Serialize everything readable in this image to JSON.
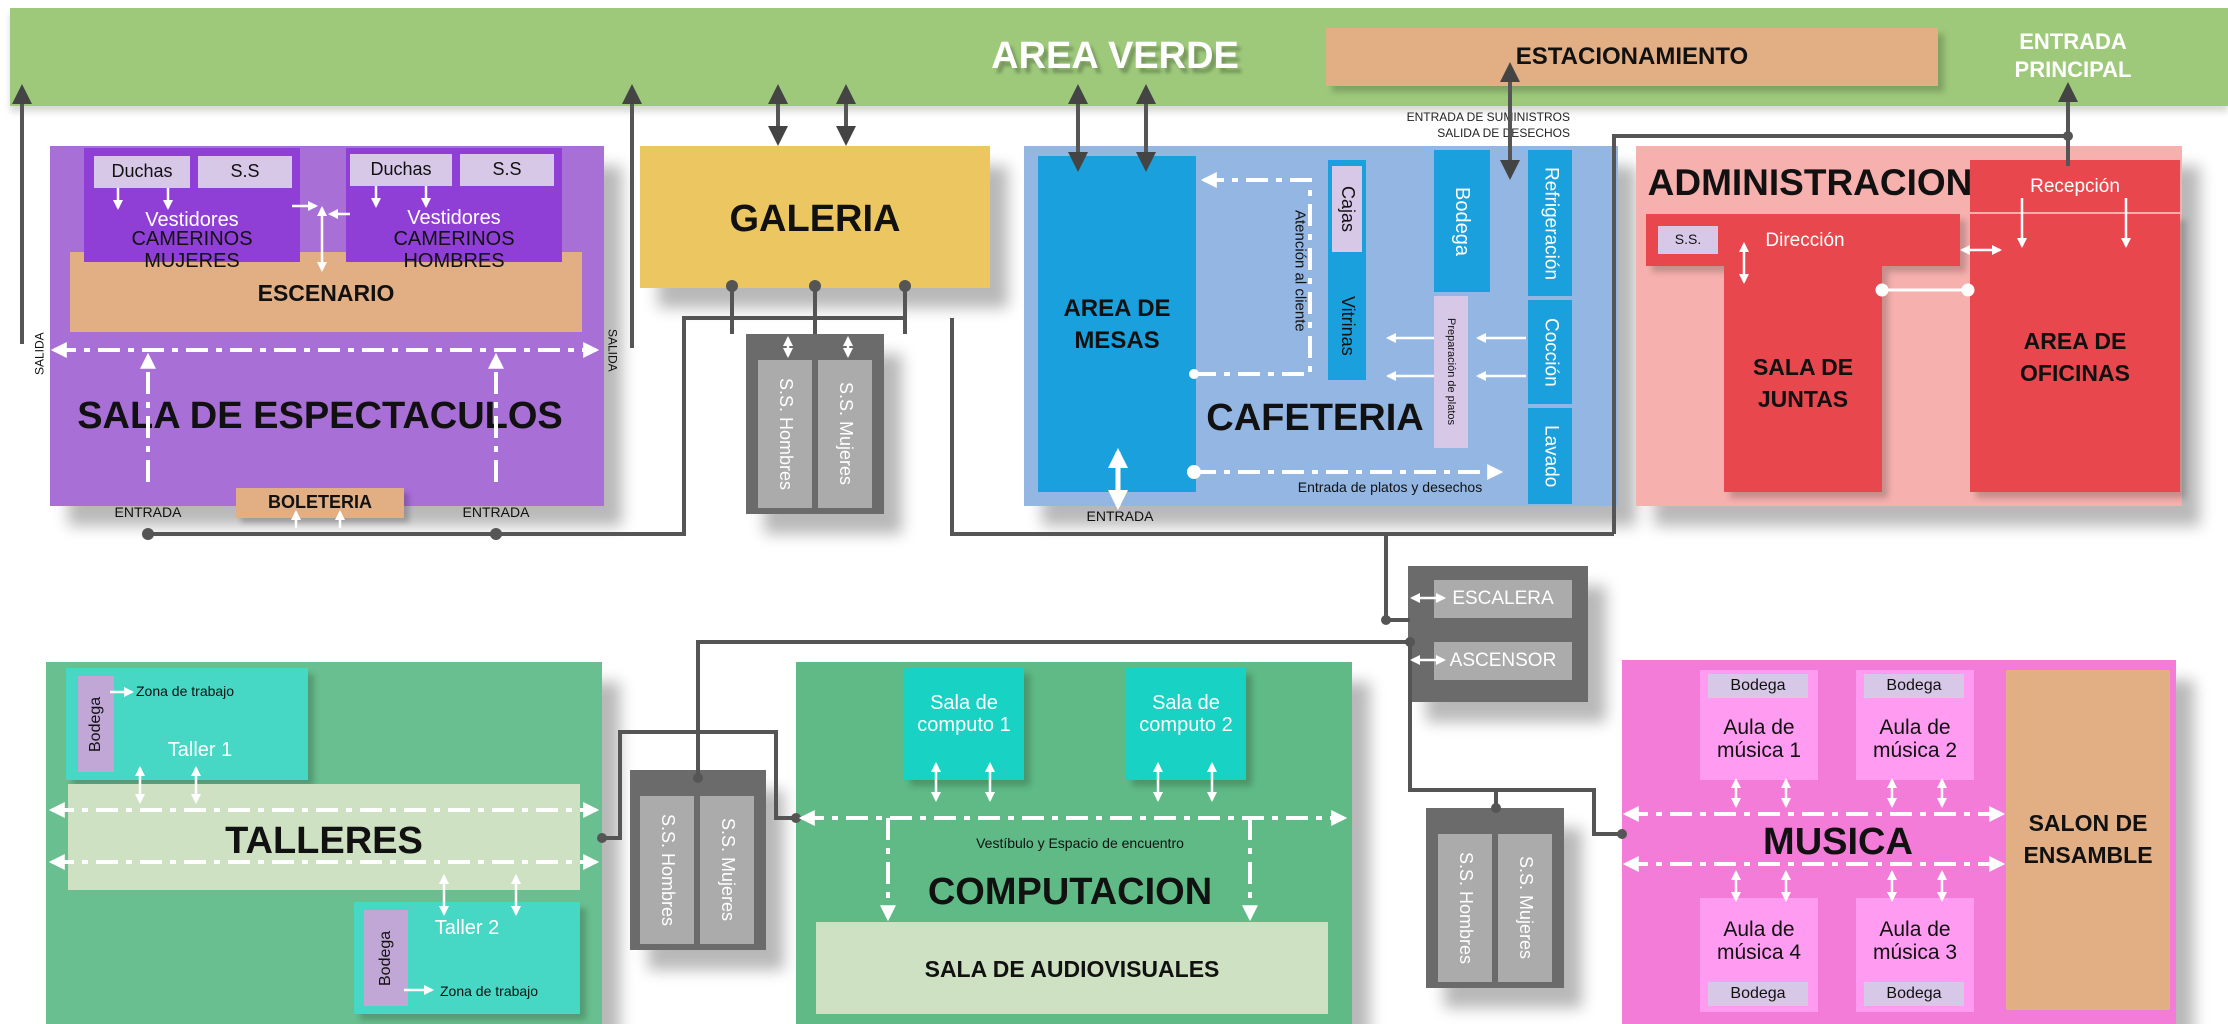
{
  "colors": {
    "verde": "#9ec97b",
    "estacionamiento": "#e2ae84",
    "espectaculos": "#a86fd6",
    "galeria": "#ecc660",
    "cafeteria": "#93b6e3",
    "azul": "#1aa0dc",
    "administracion": "#f6b0ae",
    "rojo": "#e8474d",
    "talleres": "#69bf8f",
    "turquesa": "#47d7c5",
    "computacion": "#5fba86",
    "musica": "#f37cd8",
    "gris": "#6b6b6b"
  },
  "top": {
    "area_verde": "AREA VERDE",
    "estacionamiento": "ESTACIONAMIENTO",
    "entrada_principal_1": "ENTRADA",
    "entrada_principal_2": "PRINCIPAL",
    "suministros_1": "ENTRADA DE SUMINISTROS",
    "suministros_2": "SALIDA DE DESECHOS"
  },
  "espectaculos": {
    "title": "SALA DE ESPECTACULOS",
    "escenario": "ESCENARIO",
    "duchas": "Duchas",
    "ss": "S.S",
    "vestidores": "Vestidores",
    "camerinos_mujeres": "CAMERINOS MUJERES",
    "camerinos_hombres": "CAMERINOS HOMBRES",
    "salida": "SALIDA",
    "entrada": "ENTRADA",
    "boleteria": "BOLETERIA"
  },
  "galeria": {
    "title": "GALERIA",
    "ss_hombres": "S.S. Hombres",
    "ss_mujeres": "S.S. Mujeres"
  },
  "cafeteria": {
    "title": "CAFETERIA",
    "area_mesas_1": "AREA DE",
    "area_mesas_2": "MESAS",
    "cajas": "Cajas",
    "vitrinas": "Vitrinas",
    "atencion": "Atención al cliente",
    "bodega": "Bodega",
    "preparacion": "Preparación de platos",
    "refrigeracion": "Refrigeración",
    "coccion": "Cocción",
    "lavado": "Lavado",
    "entrada_platos": "Entrada de platos y desechos",
    "entrada": "ENTRADA"
  },
  "administracion": {
    "title": "ADMINISTRACION",
    "recepcion": "Recepción",
    "ss": "S.S.",
    "direccion": "Dirección",
    "sala_juntas_1": "SALA DE",
    "sala_juntas_2": "JUNTAS",
    "area_oficinas_1": "AREA DE",
    "area_oficinas_2": "OFICINAS"
  },
  "circulacion": {
    "escalera": "ESCALERA",
    "ascensor": "ASCENSOR"
  },
  "talleres": {
    "title": "TALLERES",
    "bodega": "Bodega",
    "zona_trabajo": "Zona de trabajo",
    "taller_1": "Taller 1",
    "taller_2": "Taller 2"
  },
  "computacion": {
    "title": "COMPUTACION",
    "sala_computo_1": "Sala de computo 1",
    "sala_computo_2": "Sala de computo 2",
    "vestibulo": "Vestíbulo y Espacio de encuentro",
    "audiovisuales": "SALA DE AUDIOVISUALES"
  },
  "musica": {
    "title": "MUSICA",
    "bodega": "Bodega",
    "aula_1": "Aula de música 1",
    "aula_2": "Aula de música 2",
    "aula_3": "Aula de música 3",
    "aula_4": "Aula de música 4",
    "salon_1": "SALON DE",
    "salon_2": "ENSAMBLE"
  }
}
